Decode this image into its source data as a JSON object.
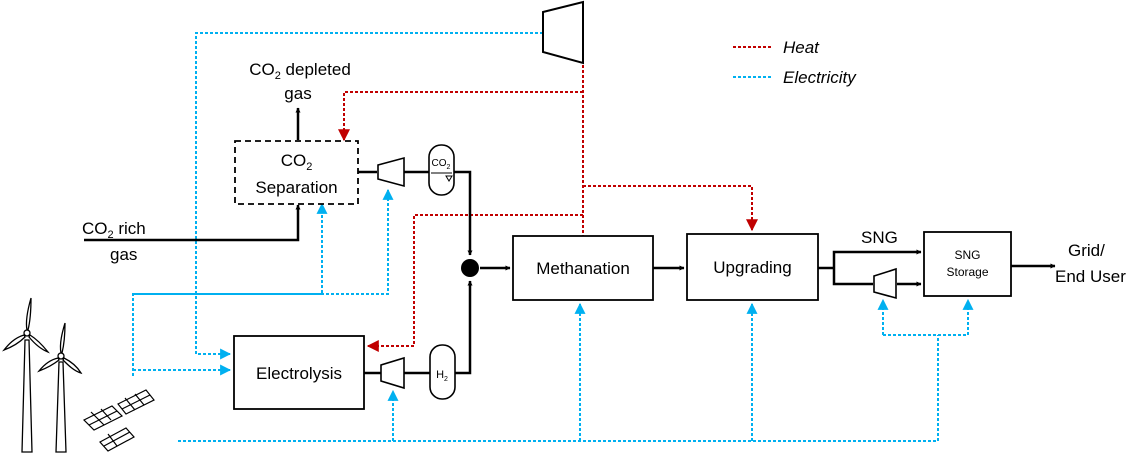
{
  "legend": {
    "heat": "Heat",
    "electricity": "Electricity"
  },
  "blocks": {
    "co2_separation_line1": "CO",
    "co2_separation_sub": "2",
    "co2_separation_line2": "Separation",
    "electrolysis": "Electrolysis",
    "methanation": "Methanation",
    "upgrading": "Upgrading",
    "sng_storage_line1": "SNG",
    "sng_storage_line2": "Storage"
  },
  "tanks": {
    "co2_main": "CO",
    "co2_sub": "2",
    "h2_main": "H",
    "h2_sub": "2"
  },
  "labels": {
    "co2_depleted_main": "CO",
    "co2_depleted_sub": "2",
    "co2_depleted_rest": " depleted",
    "co2_depleted_line2": "gas",
    "co2_rich_main": "CO",
    "co2_rich_sub": "2",
    "co2_rich_rest": " rich",
    "co2_rich_line2": "gas",
    "sng": "SNG",
    "grid_line1": "Grid/",
    "grid_line2": "End User"
  },
  "colors": {
    "heat": "#c00000",
    "electricity": "#00b0f0",
    "process": "#000000"
  }
}
